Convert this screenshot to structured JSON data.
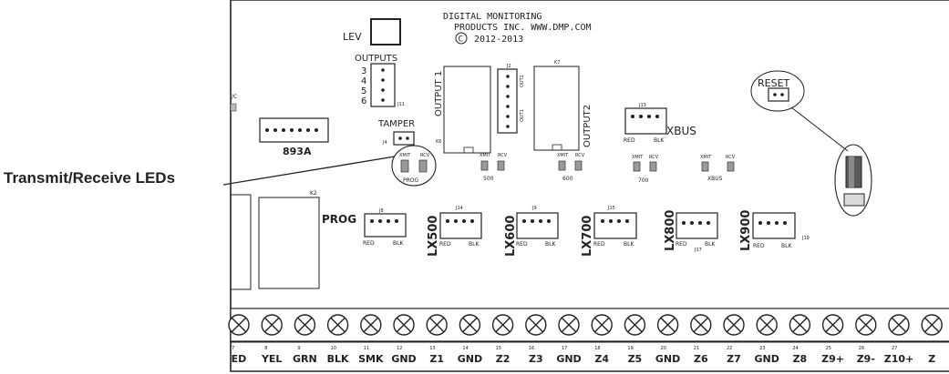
{
  "callout_label": "Transmit/Receive LEDs",
  "manufacturer": {
    "line1": "DIGITAL MONITORING",
    "line2": "PRODUCTS INC. WWW.DMP.COM",
    "copyright": "2012-2013"
  },
  "components": {
    "lev": "LEV",
    "outputs_label": "OUTPUTS",
    "outputs_pins": [
      "3",
      "4",
      "5",
      "6"
    ],
    "j11": "J11",
    "tamper": "TAMPER",
    "j4": "J4",
    "k6": "K6",
    "k7": "K7",
    "k2": "K2",
    "j2": "J2",
    "output1": "OUTPUT 1",
    "output2": "OUTPUT2",
    "out1": "OUT1",
    "out2": "OUT2",
    "j13": "J13",
    "xbus": "XBUS",
    "reset": "RESET",
    "c_left": "/C",
    "connector_893a": "893A",
    "prog": "PROG",
    "prog_small": "PROG",
    "j8": "J8",
    "j14": "J14",
    "j9": "J9",
    "j15": "J15",
    "j17": "J17",
    "j19": "J19",
    "red": "RED",
    "blk": "BLK",
    "xmit": "XMIT",
    "rcv": "RCV"
  },
  "led_groups": [
    {
      "label": "PROG"
    },
    {
      "label": "500"
    },
    {
      "label": "600"
    },
    {
      "label": "700"
    },
    {
      "label": "XBUS"
    }
  ],
  "lx_headers": [
    "LX500",
    "LX600",
    "LX700",
    "LX800",
    "LX900"
  ],
  "terminals": [
    {
      "num": "7",
      "label": "ED"
    },
    {
      "num": "8",
      "label": "YEL"
    },
    {
      "num": "9",
      "label": "GRN"
    },
    {
      "num": "10",
      "label": "BLK"
    },
    {
      "num": "11",
      "label": "SMK"
    },
    {
      "num": "12",
      "label": "GND"
    },
    {
      "num": "13",
      "label": "Z1"
    },
    {
      "num": "14",
      "label": "GND"
    },
    {
      "num": "15",
      "label": "Z2"
    },
    {
      "num": "16",
      "label": "Z3"
    },
    {
      "num": "17",
      "label": "GND"
    },
    {
      "num": "18",
      "label": "Z4"
    },
    {
      "num": "19",
      "label": "Z5"
    },
    {
      "num": "20",
      "label": "GND"
    },
    {
      "num": "21",
      "label": "Z6"
    },
    {
      "num": "22",
      "label": "Z7"
    },
    {
      "num": "23",
      "label": "GND"
    },
    {
      "num": "24",
      "label": "Z8"
    },
    {
      "num": "25",
      "label": "Z9+"
    },
    {
      "num": "26",
      "label": "Z9-"
    },
    {
      "num": "27",
      "label": "Z10+"
    },
    {
      "num": "",
      "label": "Z"
    }
  ]
}
